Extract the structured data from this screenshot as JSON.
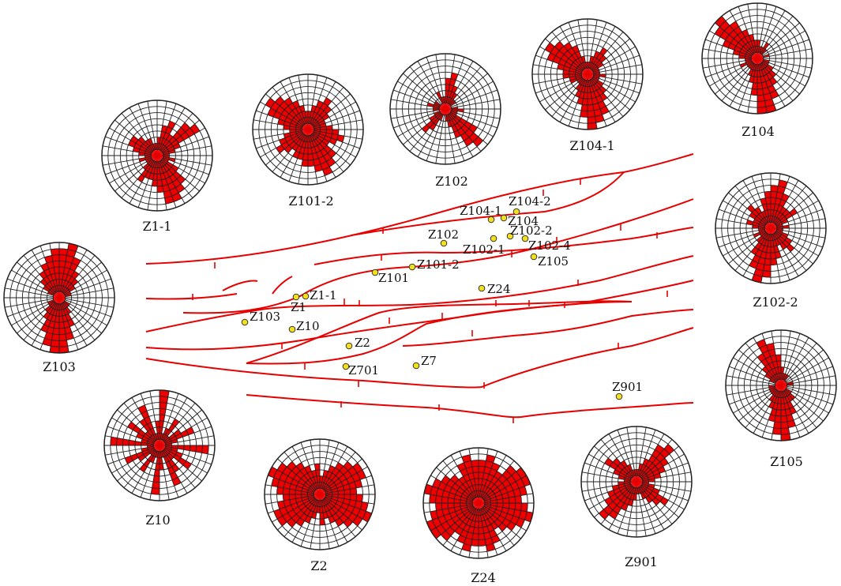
{
  "colors": {
    "fault": "#e60000",
    "petal": "#ee0000",
    "grid": "#222222",
    "center": "#e60000",
    "well_fill": "#f2e01a",
    "well_stroke": "#333333"
  },
  "roses": [
    {
      "label": "Z1-1",
      "bins": [
        3,
        5,
        6,
        4,
        7,
        8,
        4,
        3,
        2,
        2,
        3,
        2,
        4,
        6,
        7,
        8,
        8,
        6,
        5,
        4,
        4,
        5,
        3,
        2,
        2,
        3,
        2,
        3,
        4,
        5,
        5,
        4,
        3,
        3,
        2,
        2
      ]
    },
    {
      "label": "Z101-2",
      "bins": [
        3,
        4,
        5,
        6,
        5,
        4,
        3,
        3,
        4,
        5,
        6,
        5,
        4,
        6,
        7,
        8,
        7,
        6,
        6,
        5,
        5,
        4,
        5,
        6,
        5,
        4,
        3,
        4,
        5,
        7,
        8,
        7,
        6,
        5,
        4,
        3
      ]
    },
    {
      "label": "Z102",
      "bins": [
        5,
        6,
        4,
        3,
        2,
        2,
        1,
        1,
        2,
        3,
        2,
        2,
        6,
        8,
        7,
        5,
        3,
        2,
        1,
        1,
        2,
        4,
        5,
        3,
        2,
        1,
        2,
        2,
        3,
        2,
        2,
        1,
        1,
        3,
        2,
        2
      ]
    },
    {
      "label": "Z104-1",
      "bins": [
        2,
        3,
        4,
        5,
        4,
        3,
        2,
        2,
        2,
        3,
        2,
        2,
        3,
        4,
        5,
        7,
        8,
        9,
        7,
        5,
        4,
        3,
        2,
        2,
        3,
        3,
        4,
        4,
        5,
        7,
        8,
        7,
        6,
        5,
        3,
        2
      ]
    },
    {
      "label": "Z104",
      "bins": [
        3,
        2,
        2,
        3,
        2,
        1,
        1,
        2,
        1,
        1,
        2,
        2,
        3,
        4,
        5,
        7,
        9,
        9,
        6,
        4,
        3,
        2,
        2,
        2,
        3,
        2,
        2,
        3,
        4,
        6,
        8,
        9,
        7,
        5,
        4,
        3
      ]
    },
    {
      "label": "Z102-2",
      "bins": [
        7,
        8,
        6,
        4,
        4,
        5,
        3,
        2,
        3,
        2,
        2,
        3,
        4,
        5,
        4,
        3,
        5,
        6,
        8,
        9,
        7,
        5,
        3,
        2,
        3,
        2,
        2,
        3,
        4,
        3,
        4,
        5,
        4,
        3,
        5,
        6
      ]
    },
    {
      "label": "Z103",
      "bins": [
        8,
        9,
        7,
        5,
        4,
        3,
        2,
        2,
        1,
        1,
        1,
        1,
        2,
        2,
        3,
        5,
        7,
        9,
        9,
        8,
        6,
        4,
        3,
        2,
        2,
        1,
        1,
        1,
        1,
        2,
        3,
        4,
        5,
        6,
        7,
        8
      ]
    },
    {
      "label": "Z105",
      "bins": [
        3,
        2,
        2,
        2,
        1,
        1,
        1,
        2,
        2,
        1,
        1,
        1,
        2,
        3,
        3,
        5,
        7,
        9,
        8,
        6,
        4,
        3,
        2,
        2,
        2,
        2,
        2,
        1,
        1,
        2,
        3,
        4,
        6,
        8,
        7,
        5
      ]
    },
    {
      "label": "Z10",
      "bins": [
        9,
        2,
        3,
        5,
        2,
        4,
        6,
        3,
        2,
        8,
        3,
        4,
        6,
        3,
        5,
        7,
        2,
        4,
        8,
        2,
        3,
        5,
        2,
        4,
        6,
        3,
        2,
        8,
        3,
        4,
        6,
        3,
        5,
        7,
        2,
        4
      ]
    },
    {
      "label": "Z2",
      "bins": [
        3,
        4,
        5,
        6,
        7,
        8,
        8,
        7,
        6,
        7,
        8,
        9,
        8,
        7,
        6,
        5,
        4,
        5,
        3,
        4,
        5,
        6,
        7,
        8,
        8,
        7,
        6,
        7,
        8,
        9,
        8,
        7,
        6,
        5,
        4,
        5
      ]
    },
    {
      "label": "Z24",
      "bins": [
        7,
        8,
        7,
        6,
        8,
        9,
        9,
        8,
        7,
        8,
        9,
        8,
        7,
        6,
        5,
        7,
        8,
        7,
        7,
        8,
        7,
        6,
        8,
        9,
        9,
        8,
        7,
        8,
        9,
        8,
        7,
        6,
        5,
        7,
        8,
        7
      ]
    },
    {
      "label": "Z901",
      "bins": [
        2,
        3,
        4,
        7,
        8,
        6,
        5,
        4,
        3,
        2,
        3,
        4,
        6,
        5,
        4,
        3,
        2,
        2,
        3,
        4,
        5,
        7,
        8,
        6,
        5,
        4,
        3,
        2,
        3,
        4,
        6,
        5,
        4,
        3,
        2,
        2
      ]
    }
  ],
  "wells": [
    {
      "label": "Z104-2"
    },
    {
      "label": "Z104-1"
    },
    {
      "label": "Z104"
    },
    {
      "label": "Z102"
    },
    {
      "label": "Z102-2"
    },
    {
      "label": "Z102-1"
    },
    {
      "label": "Z102-4"
    },
    {
      "label": "Z105"
    },
    {
      "label": "Z101-2"
    },
    {
      "label": "Z101"
    },
    {
      "label": "Z24"
    },
    {
      "label": "Z1-1"
    },
    {
      "label": "Z1"
    },
    {
      "label": "Z103"
    },
    {
      "label": "Z10"
    },
    {
      "label": "Z2"
    },
    {
      "label": "Z7"
    },
    {
      "label": "Z701"
    },
    {
      "label": "Z901"
    }
  ]
}
